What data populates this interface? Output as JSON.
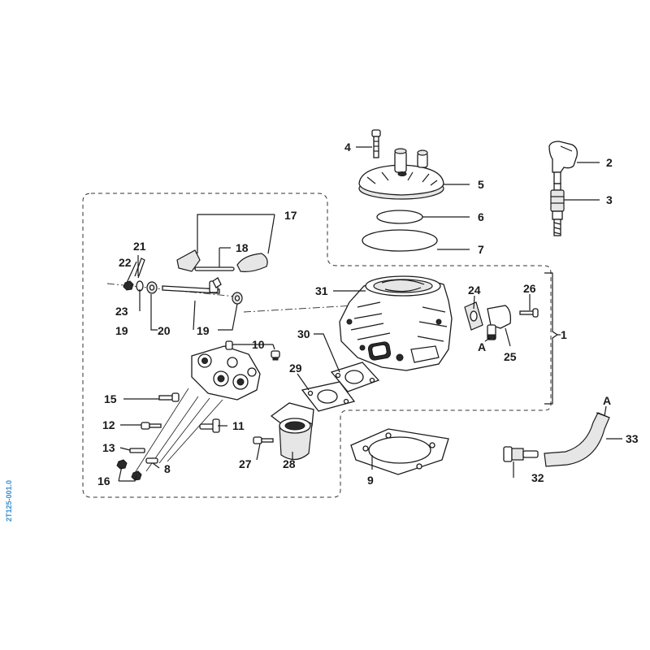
{
  "drawing_code": "2T125-001.0",
  "code_color": "#3a8fd0",
  "callouts": [
    {
      "label": "1"
    },
    {
      "label": "2"
    },
    {
      "label": "3"
    },
    {
      "label": "4"
    },
    {
      "label": "5"
    },
    {
      "label": "6"
    },
    {
      "label": "7"
    },
    {
      "label": "8"
    },
    {
      "label": "9"
    },
    {
      "label": "10"
    },
    {
      "label": "11"
    },
    {
      "label": "12"
    },
    {
      "label": "13"
    },
    {
      "label": "15"
    },
    {
      "label": "16"
    },
    {
      "label": "17"
    },
    {
      "label": "18"
    },
    {
      "label": "19"
    },
    {
      "label": "19"
    },
    {
      "label": "20"
    },
    {
      "label": "21"
    },
    {
      "label": "22"
    },
    {
      "label": "23"
    },
    {
      "label": "24"
    },
    {
      "label": "25"
    },
    {
      "label": "26"
    },
    {
      "label": "27"
    },
    {
      "label": "28"
    },
    {
      "label": "29"
    },
    {
      "label": "30"
    },
    {
      "label": "31"
    },
    {
      "label": "32"
    },
    {
      "label": "33"
    }
  ],
  "connection_markers": [
    {
      "label": "A"
    },
    {
      "label": "A"
    }
  ]
}
